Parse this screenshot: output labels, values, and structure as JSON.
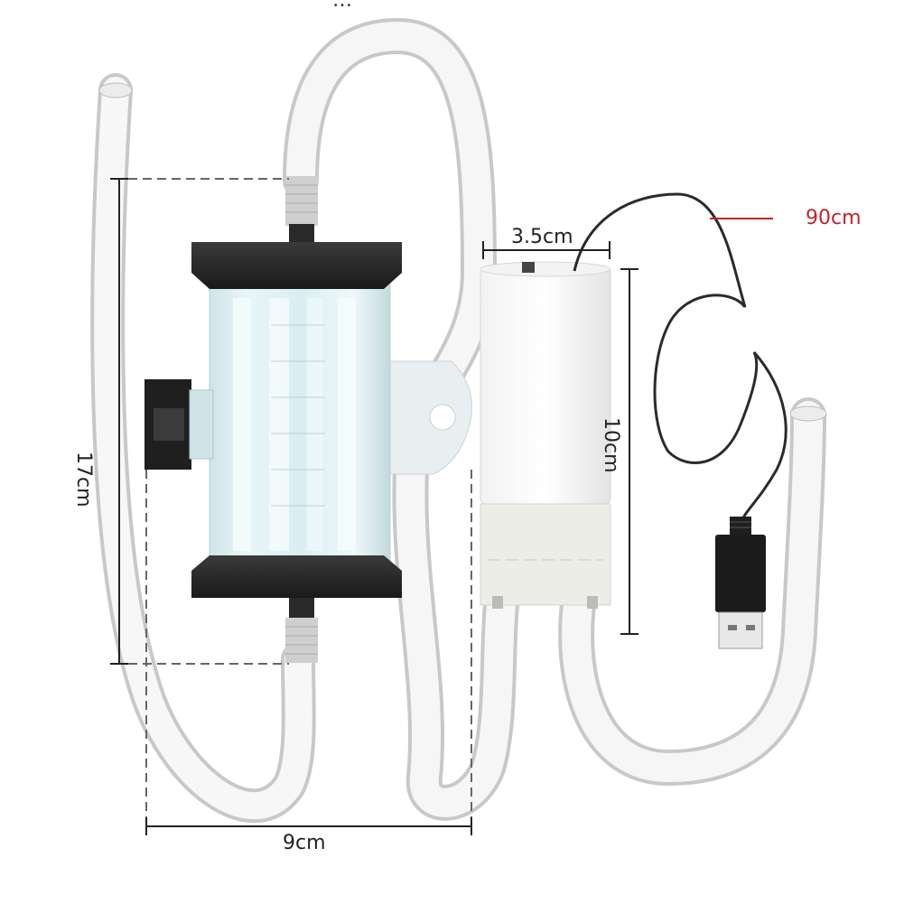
{
  "dimensions": {
    "width_label": "3.5cm",
    "cable_label": "90cm",
    "pump_height_label": "10cm",
    "filter_height_label": "17cm",
    "filter_width_label": "9cm"
  },
  "top_text": "…"
}
